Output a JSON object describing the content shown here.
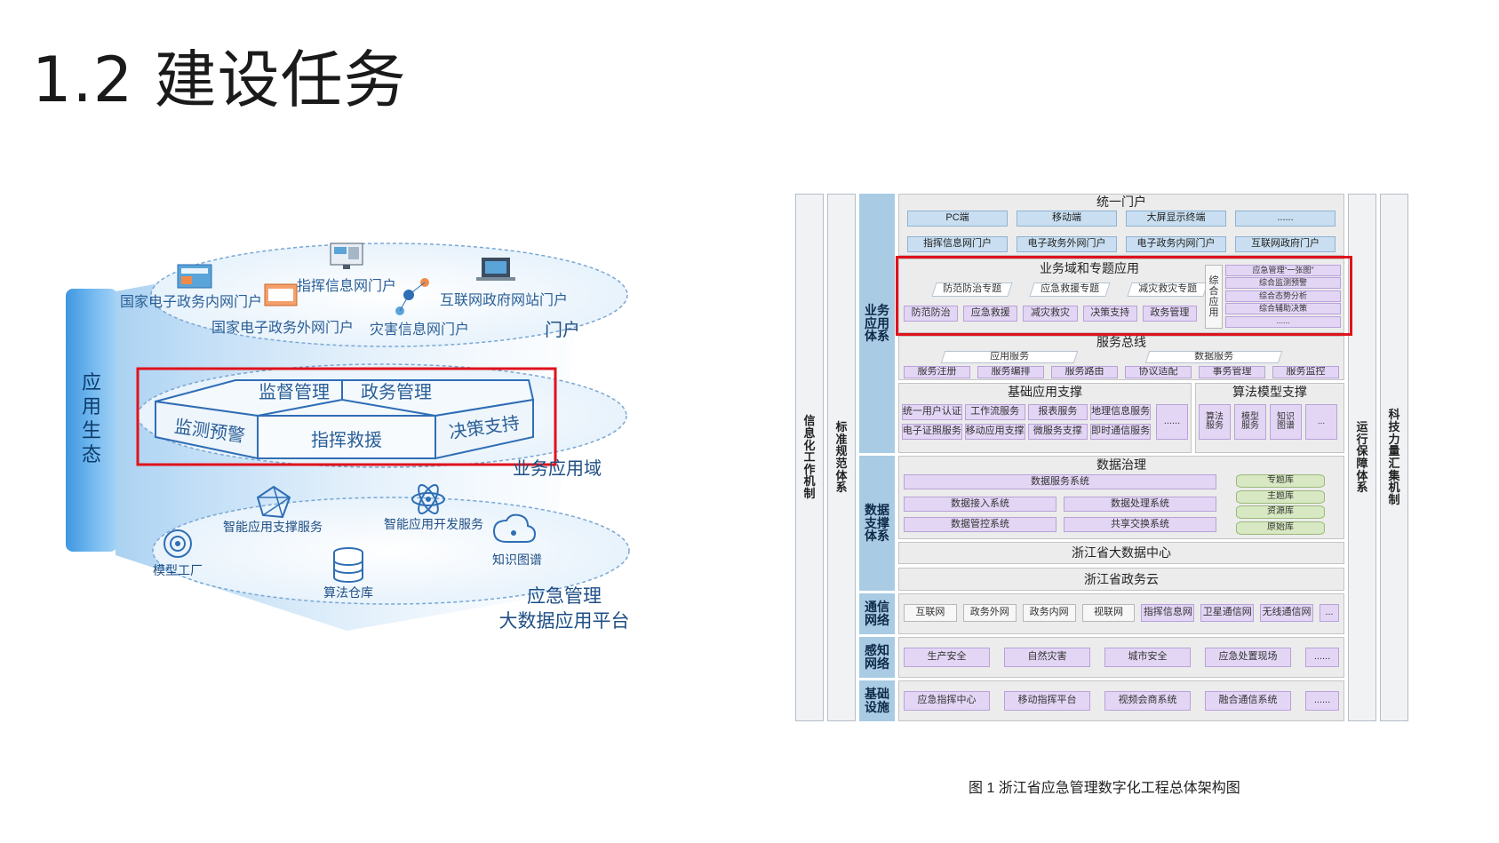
{
  "slide": {
    "title": "1.2 建设任务"
  },
  "left_diagram": {
    "ecosystem_label": "应用生态",
    "portal_layer": {
      "label": "门户",
      "items": [
        "国家电子政务内网门户",
        "指挥信息网门户",
        "互联网政府网站门户",
        "国家电子政务外网门户",
        "灾害信息网门户"
      ]
    },
    "business_layer": {
      "label": "业务应用域",
      "top_faces": [
        "监督管理",
        "政务管理"
      ],
      "front_faces": [
        "监测预警",
        "指挥救援",
        "决策支持"
      ]
    },
    "platform_layer": {
      "label_line1": "应急管理",
      "label_line2": "大数据应用平台",
      "items": [
        "智能应用支撑服务",
        "智能应用开发服务",
        "模型工厂",
        "知识图谱",
        "算法仓库"
      ]
    }
  },
  "arch": {
    "caption": "图 1 浙江省应急管理数字化工程总体架构图",
    "left_sides": [
      "信息化工作机制",
      "标准规范体系"
    ],
    "right_sides": [
      "运行保障体系",
      "科技力量汇集机制"
    ],
    "layers": {
      "app": "业务应用体系",
      "data": "数据支撑体系",
      "comm": "通信网络",
      "sense": "感知网络",
      "infra": "基础设施"
    },
    "portal": {
      "title": "统一门户",
      "terminals": [
        "PC端",
        "移动端",
        "大屏显示终端",
        "......"
      ],
      "portals": [
        "指挥信息网门户",
        "电子政务外网门户",
        "电子政务内网门户",
        "互联网政府门户"
      ]
    },
    "business": {
      "title": "业务域和专题应用",
      "topics": [
        "防范防治专题",
        "应急救援专题",
        "减灾救灾专题"
      ],
      "domains": [
        "防范防治",
        "应急救援",
        "减灾救灾",
        "决策支持",
        "政务管理"
      ],
      "comprehensive_label": "综合应用",
      "comprehensive_items": [
        "应急管理“一张图”",
        "综合监测预警",
        "综合态势分析",
        "综合辅助决策",
        "......"
      ]
    },
    "bus": {
      "title": "服务总线",
      "groups": [
        "应用服务",
        "数据服务"
      ],
      "items": [
        "服务注册",
        "服务编排",
        "服务路由",
        "协议适配",
        "事务管理",
        "服务监控"
      ]
    },
    "basic_support": {
      "title": "基础应用支撑",
      "row1": [
        "统一用户认证",
        "工作流服务",
        "报表服务",
        "地理信息服务"
      ],
      "row2": [
        "电子证照服务",
        "移动应用支撑",
        "微服务支撑",
        "即时通信服务"
      ],
      "more": "......"
    },
    "algo_support": {
      "title": "算法模型支撑",
      "items": [
        "算法服务",
        "模型服务",
        "知识图谱",
        "..."
      ]
    },
    "governance": {
      "title": "数据治理",
      "systems": [
        "数据服务系统",
        "数据接入系统",
        "数据处理系统",
        "数据管控系统",
        "共享交换系统"
      ],
      "libraries": [
        "专题库",
        "主题库",
        "资源库",
        "原始库"
      ]
    },
    "big_data_center": "浙江省大数据中心",
    "gov_cloud": "浙江省政务云",
    "comm_items": [
      "互联网",
      "政务外网",
      "政务内网",
      "视联网",
      "指挥信息网",
      "卫星通信网",
      "无线通信网",
      "..."
    ],
    "sense_items": [
      "生产安全",
      "自然灾害",
      "城市安全",
      "应急处置现场",
      "......"
    ],
    "infra_items": [
      "应急指挥中心",
      "移动指挥平台",
      "视频会商系统",
      "融合通信系统",
      "......"
    ]
  },
  "colors": {
    "highlight_red": "#e0121c",
    "diagram_blue": "#2f6eb5",
    "layer_blue": "#a9cbe3",
    "purple_box": "#e3d6f5",
    "green_box": "#d7e8c2"
  }
}
